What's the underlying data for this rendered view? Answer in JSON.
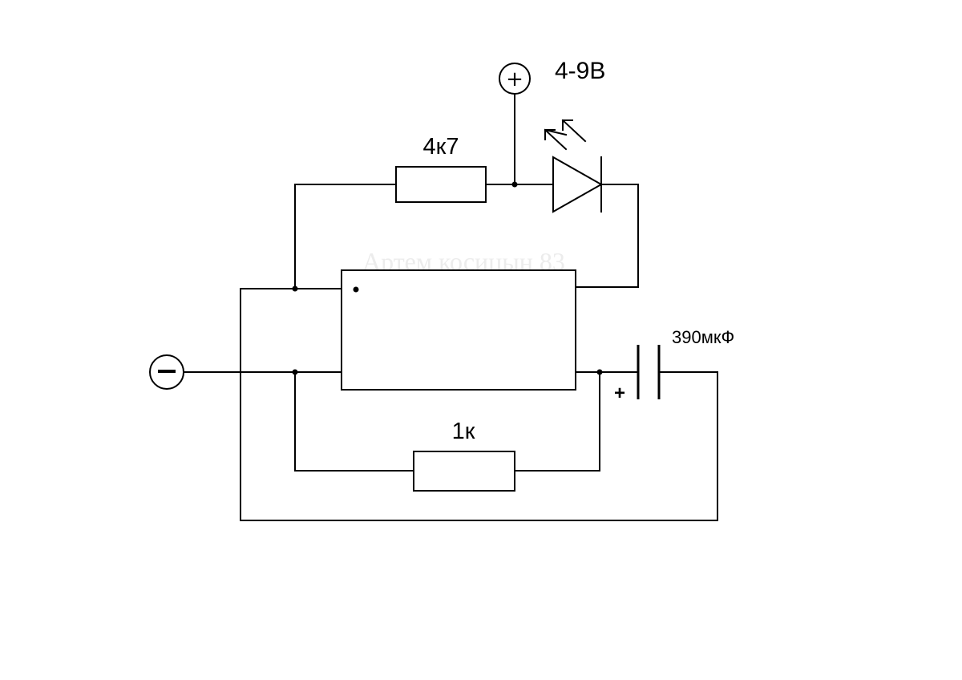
{
  "diagram": {
    "supply_voltage": "4-9В",
    "positive_terminal": "+",
    "negative_terminal": "−",
    "resistor_top": "4к7",
    "resistor_bottom": "1к",
    "capacitor": "390мкФ",
    "capacitor_polarity": "+",
    "watermark": "Артем косицын 83"
  }
}
